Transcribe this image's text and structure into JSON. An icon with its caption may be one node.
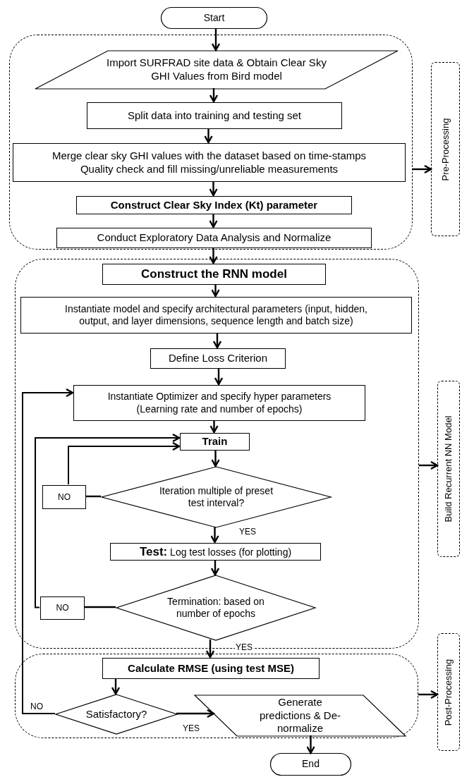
{
  "diagram": {
    "nodes": [
      {
        "text": [
          "Start"
        ]
      },
      {
        "text": [],
        "shape": "box"
      },
      {
        "text": [
          "Import SURFRAD site data & Obtain Clear Sky GHI Values from Bird model"
        ],
        "in": 1
      },
      {
        "text": [
          "Split data into training and testing set"
        ],
        "in": 1
      },
      {
        "text": [
          "Merge clear sky GHI values with the dataset based on time-stamps",
          "Quality check and fill missing/unreliable measurements"
        ],
        "in": 1
      },
      {
        "text": [
          "Construct Clear Sky Index (Kt) parameter"
        ],
        "in": 1
      },
      {
        "text": [
          "Conduct Exploratory Data Analysis and Normalize"
        ],
        "in": 1
      },
      {
        "text": [
          "Pre-Processing"
        ]
      },
      {
        "text": [],
        "shape": "box"
      },
      {
        "text": [
          "Construct the RNN model"
        ],
        "in": 8
      },
      {
        "text": [
          "Instantiate model and specify architectural parameters (input, hidden, output, and layer dimensions, sequence length and batch size)"
        ],
        "in": 8
      },
      {
        "text": [
          "Define Loss Criterion"
        ],
        "in": 8
      },
      {
        "text": [
          "Instantiate Optimizer and specify hyper parameters (Learning rate and number of epochs)"
        ],
        "in": 8
      },
      {
        "text": [
          "Train"
        ],
        "in": 8
      },
      {
        "text": [
          "Iteration multiple of preset test interval?"
        ],
        "in": 8
      },
      {
        "text": [
          "NO"
        ],
        "in": 8
      },
      {
        "text": [
          "**Test:** Log test losses (for plotting)"
        ],
        "in": 8
      },
      {
        "text": [
          "Termination: based on number of epochs"
        ],
        "in": 8
      },
      {
        "text": [
          "NO"
        ],
        "in": 8
      },
      {
        "text": [
          "Build Recurrent NN Model"
        ]
      },
      {
        "text": [],
        "shape": "box"
      },
      {
        "text": [
          "Calculate RMSE (using test MSE)"
        ],
        "in": 20
      },
      {
        "text": [
          "Satisfactory?"
        ],
        "in": 20
      },
      {
        "text": [
          "Generate predictions & De-normalize"
        ],
        "in": 20
      },
      {
        "text": [
          "Post-Processing"
        ]
      },
      {
        "text": [
          "End"
        ]
      }
    ],
    "edges": [
      {
        "from": 0,
        "to": 2,
        "arrow": "to"
      },
      {
        "from": 2,
        "to": 3,
        "arrow": "to"
      },
      {
        "from": 3,
        "to": 4,
        "arrow": "to"
      },
      {
        "from": 4,
        "to": 5,
        "arrow": "to"
      },
      {
        "from": 5,
        "to": 6,
        "arrow": "to"
      },
      {
        "from": 6,
        "to": 9,
        "arrow": "to"
      },
      {
        "from": 9,
        "to": 10,
        "arrow": "to"
      },
      {
        "from": 10,
        "to": 11,
        "arrow": "to"
      },
      {
        "from": 11,
        "to": 12,
        "arrow": "to"
      },
      {
        "from": 12,
        "to": 13,
        "arrow": "to"
      },
      {
        "from": 13,
        "to": 14,
        "arrow": "to"
      },
      {
        "from": 14,
        "to": 16,
        "arrow": "to",
        "label": "YES"
      },
      {
        "from": 16,
        "to": 17,
        "arrow": "to"
      },
      {
        "from": 17,
        "to": 21,
        "arrow": "to",
        "label": "YES"
      },
      {
        "from": 21,
        "to": 22,
        "arrow": "to"
      },
      {
        "from": 22,
        "to": 23,
        "arrow": "to",
        "label": "YES"
      },
      {
        "from": 23,
        "to": 25,
        "arrow": "to"
      },
      {
        "from": 14,
        "to": 15,
        "arrow": "none"
      },
      {
        "from": 15,
        "to": 13,
        "arrow": "to"
      },
      {
        "from": 17,
        "to": 18,
        "arrow": "none"
      },
      {
        "from": 18,
        "to": 13,
        "arrow": "to"
      },
      {
        "from": 22,
        "to": 12,
        "arrow": "to",
        "label": "NO"
      },
      {
        "from": 1,
        "to": 7,
        "arrow": "to"
      },
      {
        "from": 8,
        "to": 19,
        "arrow": "to"
      },
      {
        "from": 20,
        "to": 24,
        "arrow": "to"
      }
    ]
  }
}
